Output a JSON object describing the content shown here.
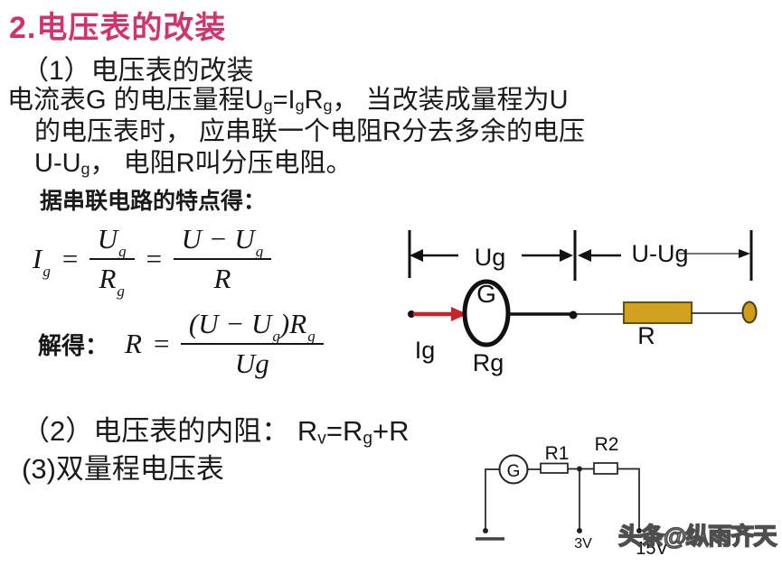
{
  "colors": {
    "title_accent": "#d2336e",
    "current_arrow_red": "#cc2127",
    "resistor_gold": "#d2a11f",
    "terminal_gold": "#cf9d1b",
    "ink": "#1a1a1a"
  },
  "title": "2.电压表的改装",
  "section1": {
    "heading": "（1）电压表的改装"
  },
  "body": {
    "line1": [
      {
        "t": "电流表G 的电压量程"
      },
      {
        "t": "U"
      },
      {
        "t": "g",
        "sub": true
      },
      {
        "t": "="
      },
      {
        "t": "I"
      },
      {
        "t": "g",
        "sub": true
      },
      {
        "t": "R"
      },
      {
        "t": "g",
        "sub": true
      },
      {
        "t": "， 当改装成量程为U"
      }
    ],
    "line2": [
      {
        "t": "的电压表时， 应串联一个电阻R分去多余的电压"
      }
    ],
    "line3": [
      {
        "t": "U-U"
      },
      {
        "t": "g",
        "sub": true
      },
      {
        "t": "， 电阻R叫分压电阻。"
      }
    ]
  },
  "series_note": "据串联电路的特点得：",
  "formula1": {
    "lhs": [
      {
        "t": "I"
      },
      {
        "t": "g",
        "sub": true
      }
    ],
    "eq1": "=",
    "frac1_num": [
      {
        "t": "U"
      },
      {
        "t": "g",
        "sub": true
      }
    ],
    "frac1_den": [
      {
        "t": "R"
      },
      {
        "t": "g",
        "sub": true
      }
    ],
    "eq2": "=",
    "frac2_num": [
      {
        "t": "U − U"
      },
      {
        "t": "g",
        "sub": true
      }
    ],
    "frac2_den": [
      {
        "t": "R"
      }
    ]
  },
  "formula2": {
    "prefix": "解得：",
    "lhs": [
      {
        "t": "R"
      }
    ],
    "eq": "=",
    "num": [
      {
        "t": "(U − U"
      },
      {
        "t": "g",
        "sub": true
      },
      {
        "t": ")R"
      },
      {
        "t": "g",
        "sub": true
      }
    ],
    "den": [
      {
        "t": "Ug"
      }
    ]
  },
  "upper_circuit": {
    "dim_left_label": "Ug",
    "dim_right_label": "U-Ug",
    "galvanometer_label": "G",
    "current_label": "Ig",
    "internal_resistance_label": "Rg",
    "resistor_label": "R"
  },
  "section2": {
    "segments": [
      {
        "t": "（2）电压表的内阻： "
      },
      {
        "t": "R"
      },
      {
        "t": "v",
        "sub": true
      },
      {
        "t": "="
      },
      {
        "t": "R"
      },
      {
        "t": "g",
        "sub": true
      },
      {
        "t": "+R"
      }
    ]
  },
  "section3": {
    "heading": "(3)双量程电压表"
  },
  "lower_circuit": {
    "galvanometer_label": "G",
    "r1_label": "R1",
    "r2_label": "R2",
    "tap1_label": "3V",
    "tap2_label": "15V"
  },
  "watermark": "头条@纵雨齐天"
}
